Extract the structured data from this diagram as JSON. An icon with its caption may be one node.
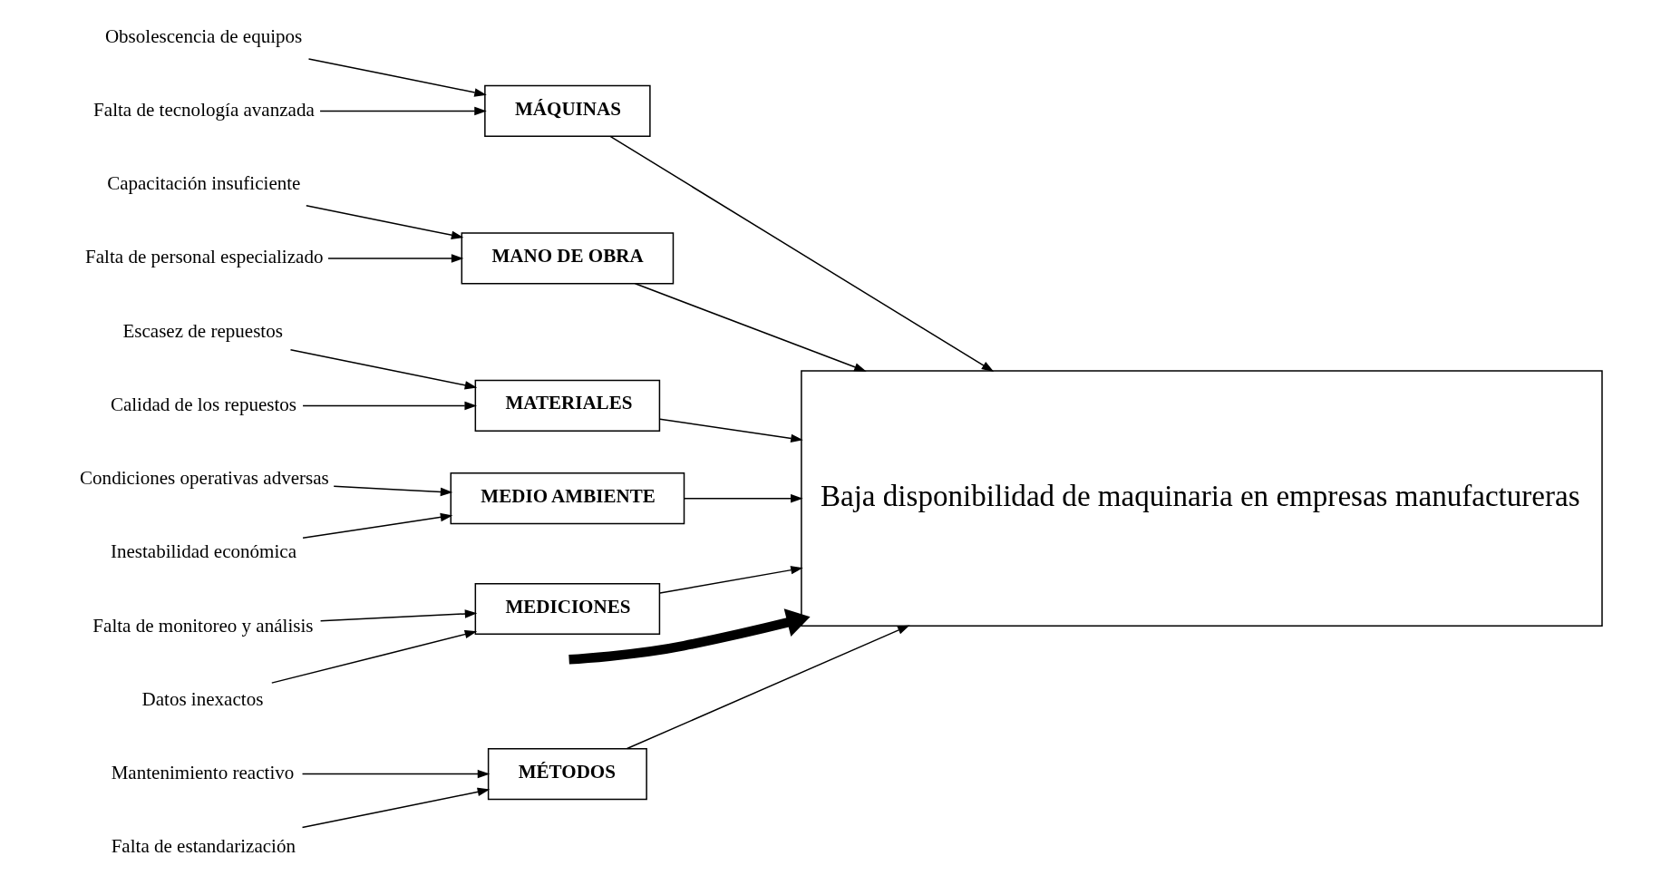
{
  "diagram": {
    "nodes": [
      {
        "text": [
          "MÉTODOS"
        ]
      },
      {
        "text": [
          "MÁQUINAS"
        ]
      },
      {
        "text": [
          "MANO DE OBRA"
        ]
      },
      {
        "text": [
          "Mantenimiento reactivo"
        ]
      },
      {
        "text": [
          "Obsolescencia de equipos"
        ]
      },
      {
        "text": [
          "Capacitación insuficiente"
        ]
      },
      {
        "text": [
          "Falta de estandarización"
        ]
      },
      {
        "text": [
          "Falta de tecnología avanzada"
        ]
      },
      {
        "text": [
          "Falta de personal especializado"
        ]
      },
      {
        "text": [
          "Baja disponibilidad de maquinaria en empresas manufactureras"
        ]
      },
      {
        "text": [
          "Escasez de repuestos"
        ]
      },
      {
        "text": [
          "Condiciones operativas adversas"
        ]
      },
      {
        "text": [
          "Falta de monitoreo y análisis"
        ]
      },
      {
        "text": [
          "Calidad de los repuestos"
        ]
      },
      {
        "text": [
          "Inestabilidad económica"
        ]
      },
      {
        "text": [
          "Datos inexactos"
        ]
      },
      {
        "text": [
          "MATERIALES"
        ]
      },
      {
        "text": [
          "MEDIO AMBIENTE"
        ]
      },
      {
        "text": [
          "MEDICIONES"
        ]
      }
    ],
    "edges": [
      {
        "from": 3,
        "to": 0,
        "arrow": "to"
      },
      {
        "from": 6,
        "to": 0,
        "arrow": "to"
      },
      {
        "from": 4,
        "to": 1,
        "arrow": "to"
      },
      {
        "from": 7,
        "to": 1,
        "arrow": "to"
      },
      {
        "from": 5,
        "to": 2,
        "arrow": "to"
      },
      {
        "from": 8,
        "to": 2,
        "arrow": "to"
      },
      {
        "from": 10,
        "to": 16,
        "arrow": "to"
      },
      {
        "from": 13,
        "to": 16,
        "arrow": "to"
      },
      {
        "from": 11,
        "to": 17,
        "arrow": "to"
      },
      {
        "from": 14,
        "to": 17,
        "arrow": "to"
      },
      {
        "from": 12,
        "to": 18,
        "arrow": "to"
      },
      {
        "from": 15,
        "to": 18,
        "arrow": "to"
      },
      {
        "from": 0,
        "to": 9,
        "arrow": "to"
      },
      {
        "from": 1,
        "to": 9,
        "arrow": "to"
      },
      {
        "from": 2,
        "to": 9,
        "arrow": "to"
      },
      {
        "from": 16,
        "to": 9,
        "arrow": "to"
      },
      {
        "from": 17,
        "to": 9,
        "arrow": "to"
      },
      {
        "from": 18,
        "to": 9,
        "arrow": "to"
      },
      {
        "from": null,
        "to": 9,
        "arrow": "to",
        "style": "thick"
      }
    ]
  }
}
